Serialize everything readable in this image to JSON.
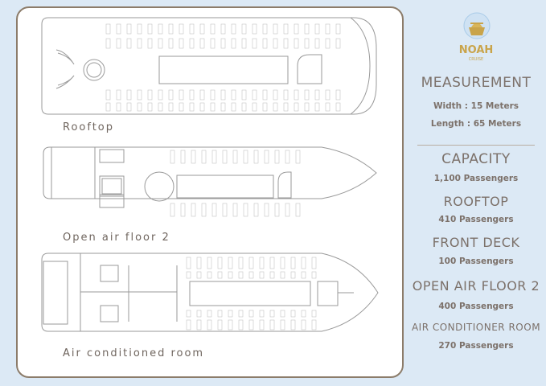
{
  "brand": {
    "name": "NOAH",
    "sub": "CRUISE",
    "gold": "#c9a44a",
    "blue": "#a9cbe8"
  },
  "decks": [
    {
      "label": "Rooftop"
    },
    {
      "label": "Open air floor 2"
    },
    {
      "label": "Air conditioned room"
    }
  ],
  "measurement": {
    "title": "MEASUREMENT",
    "width": "Width : 15 Meters",
    "length": "Length : 65 Meters"
  },
  "capacity": {
    "title": "CAPACITY",
    "total": "1,100 Passengers",
    "sections": [
      {
        "title": "ROOFTOP",
        "value": "410 Passengers"
      },
      {
        "title": "FRONT DECK",
        "value": "100 Passengers"
      },
      {
        "title": "OPEN AIR FLOOR 2",
        "value": "400 Passengers"
      },
      {
        "title": "AIR CONDITIONER ROOM",
        "value": "270 Passengers"
      }
    ]
  },
  "colors": {
    "background": "#dce9f5",
    "border": "#8c7c6a",
    "line": "#9a9a9a",
    "text": "#7a6f68"
  }
}
